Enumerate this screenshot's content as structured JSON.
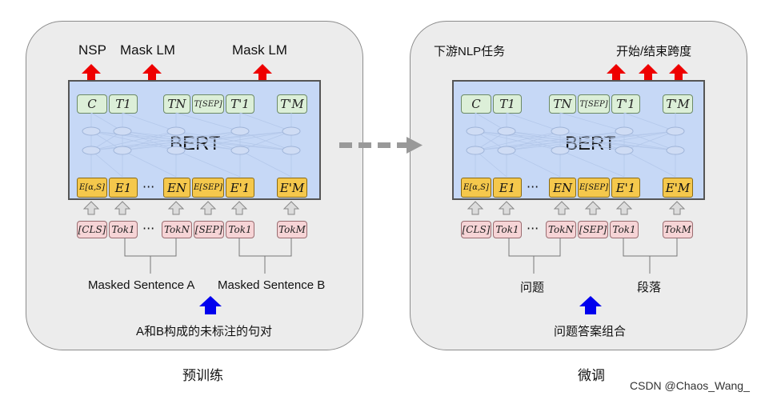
{
  "pretrain": {
    "outputs": [
      "NSP",
      "Mask LM",
      "Mask LM"
    ],
    "model": "BERT",
    "t_tokens": [
      "C",
      "T1",
      "TN",
      "T[SEP]",
      "T'1",
      "T'M"
    ],
    "e_tokens": [
      "E[α,S]",
      "E1",
      "EN",
      "E[SEP]",
      "E'1",
      "E'M"
    ],
    "input_tokens": [
      "[CLS]",
      "Tok1",
      "TokN",
      "[SEP]",
      "Tok1",
      "TokM"
    ],
    "ellipsis": "···",
    "sentence_a": "Masked Sentence A",
    "sentence_b": "Masked Sentence B",
    "input_label": "A和B构成的未标注的句对",
    "caption": "预训练"
  },
  "finetune": {
    "task_label": "下游NLP任务",
    "span_label": "开始/结束跨度",
    "model": "BERT",
    "t_tokens": [
      "C",
      "T1",
      "TN",
      "T[SEP]",
      "T'1",
      "T'M"
    ],
    "e_tokens": [
      "E[α,S]",
      "E1",
      "EN",
      "E[SEP]",
      "E'1",
      "E'M"
    ],
    "input_tokens": [
      "[CLS]",
      "Tok1",
      "TokN",
      "[SEP]",
      "Tok1",
      "TokM"
    ],
    "ellipsis": "···",
    "question": "问题",
    "paragraph": "段落",
    "input_label": "问题答案组合",
    "caption": "微调"
  },
  "watermark": "CSDN @Chaos_Wang_",
  "colors": {
    "up_arrow_output": "#ee0000",
    "up_arrow_input": "#0000ee",
    "flow_arrow": "#999999"
  }
}
